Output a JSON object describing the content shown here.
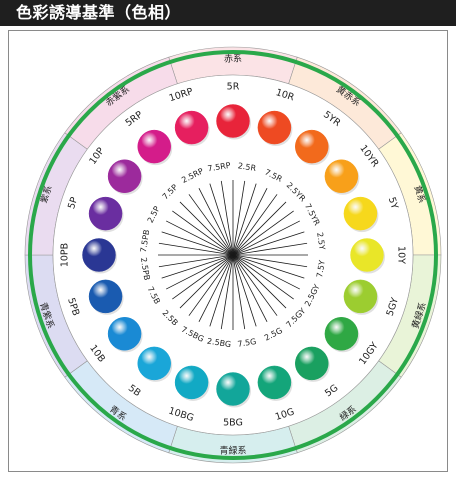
{
  "title": "色彩誘導基準（色相）",
  "colors": {
    "outer_ring": "#2aa84a",
    "spokes": "#1a1a1a"
  },
  "groups": [
    {
      "label": "赤系",
      "color": "#fbe3e6"
    },
    {
      "label": "黄赤系",
      "color": "#fde9d9"
    },
    {
      "label": "黄系",
      "color": "#fff8d6"
    },
    {
      "label": "黄緑系",
      "color": "#e9f4d8"
    },
    {
      "label": "緑系",
      "color": "#dcefe4"
    },
    {
      "label": "青緑系",
      "color": "#d6eeee"
    },
    {
      "label": "青系",
      "color": "#d6e9f7"
    },
    {
      "label": "青紫系",
      "color": "#dcdcf2"
    },
    {
      "label": "紫系",
      "color": "#eadcf0"
    },
    {
      "label": "赤紫系",
      "color": "#f7dcea"
    }
  ],
  "major_hues": [
    {
      "label": "5R",
      "color": "#e8243a"
    },
    {
      "label": "10R",
      "color": "#ee4a22"
    },
    {
      "label": "5YR",
      "color": "#f26a1c"
    },
    {
      "label": "10YR",
      "color": "#f8a01a"
    },
    {
      "label": "5Y",
      "color": "#f6d81c"
    },
    {
      "label": "10Y",
      "color": "#e9e628"
    },
    {
      "label": "5GY",
      "color": "#9ccd30"
    },
    {
      "label": "10GY",
      "color": "#2fa844"
    },
    {
      "label": "5G",
      "color": "#1aa060"
    },
    {
      "label": "10G",
      "color": "#14a57a"
    },
    {
      "label": "5BG",
      "color": "#12a69a"
    },
    {
      "label": "10BG",
      "color": "#12a9c4"
    },
    {
      "label": "5B",
      "color": "#1aa6d8"
    },
    {
      "label": "10B",
      "color": "#1a8ad4"
    },
    {
      "label": "5PB",
      "color": "#1a5bb0"
    },
    {
      "label": "10PB",
      "color": "#2a3794"
    },
    {
      "label": "5P",
      "color": "#6a2ea0"
    },
    {
      "label": "10P",
      "color": "#9c2a9c"
    },
    {
      "label": "5RP",
      "color": "#d41c8a"
    },
    {
      "label": "10RP",
      "color": "#e61f5f"
    }
  ],
  "minor_hues": [
    "2.5R",
    "7.5R",
    "2.5YR",
    "7.5YR",
    "2.5Y",
    "7.5Y",
    "2.5GY",
    "7.5GY",
    "2.5G",
    "7.5G",
    "2.5BG",
    "7.5BG",
    "2.5B",
    "7.5B",
    "2.5PB",
    "7.5PB",
    "2.5P",
    "7.5P",
    "2.5RP",
    "7.5RP"
  ]
}
